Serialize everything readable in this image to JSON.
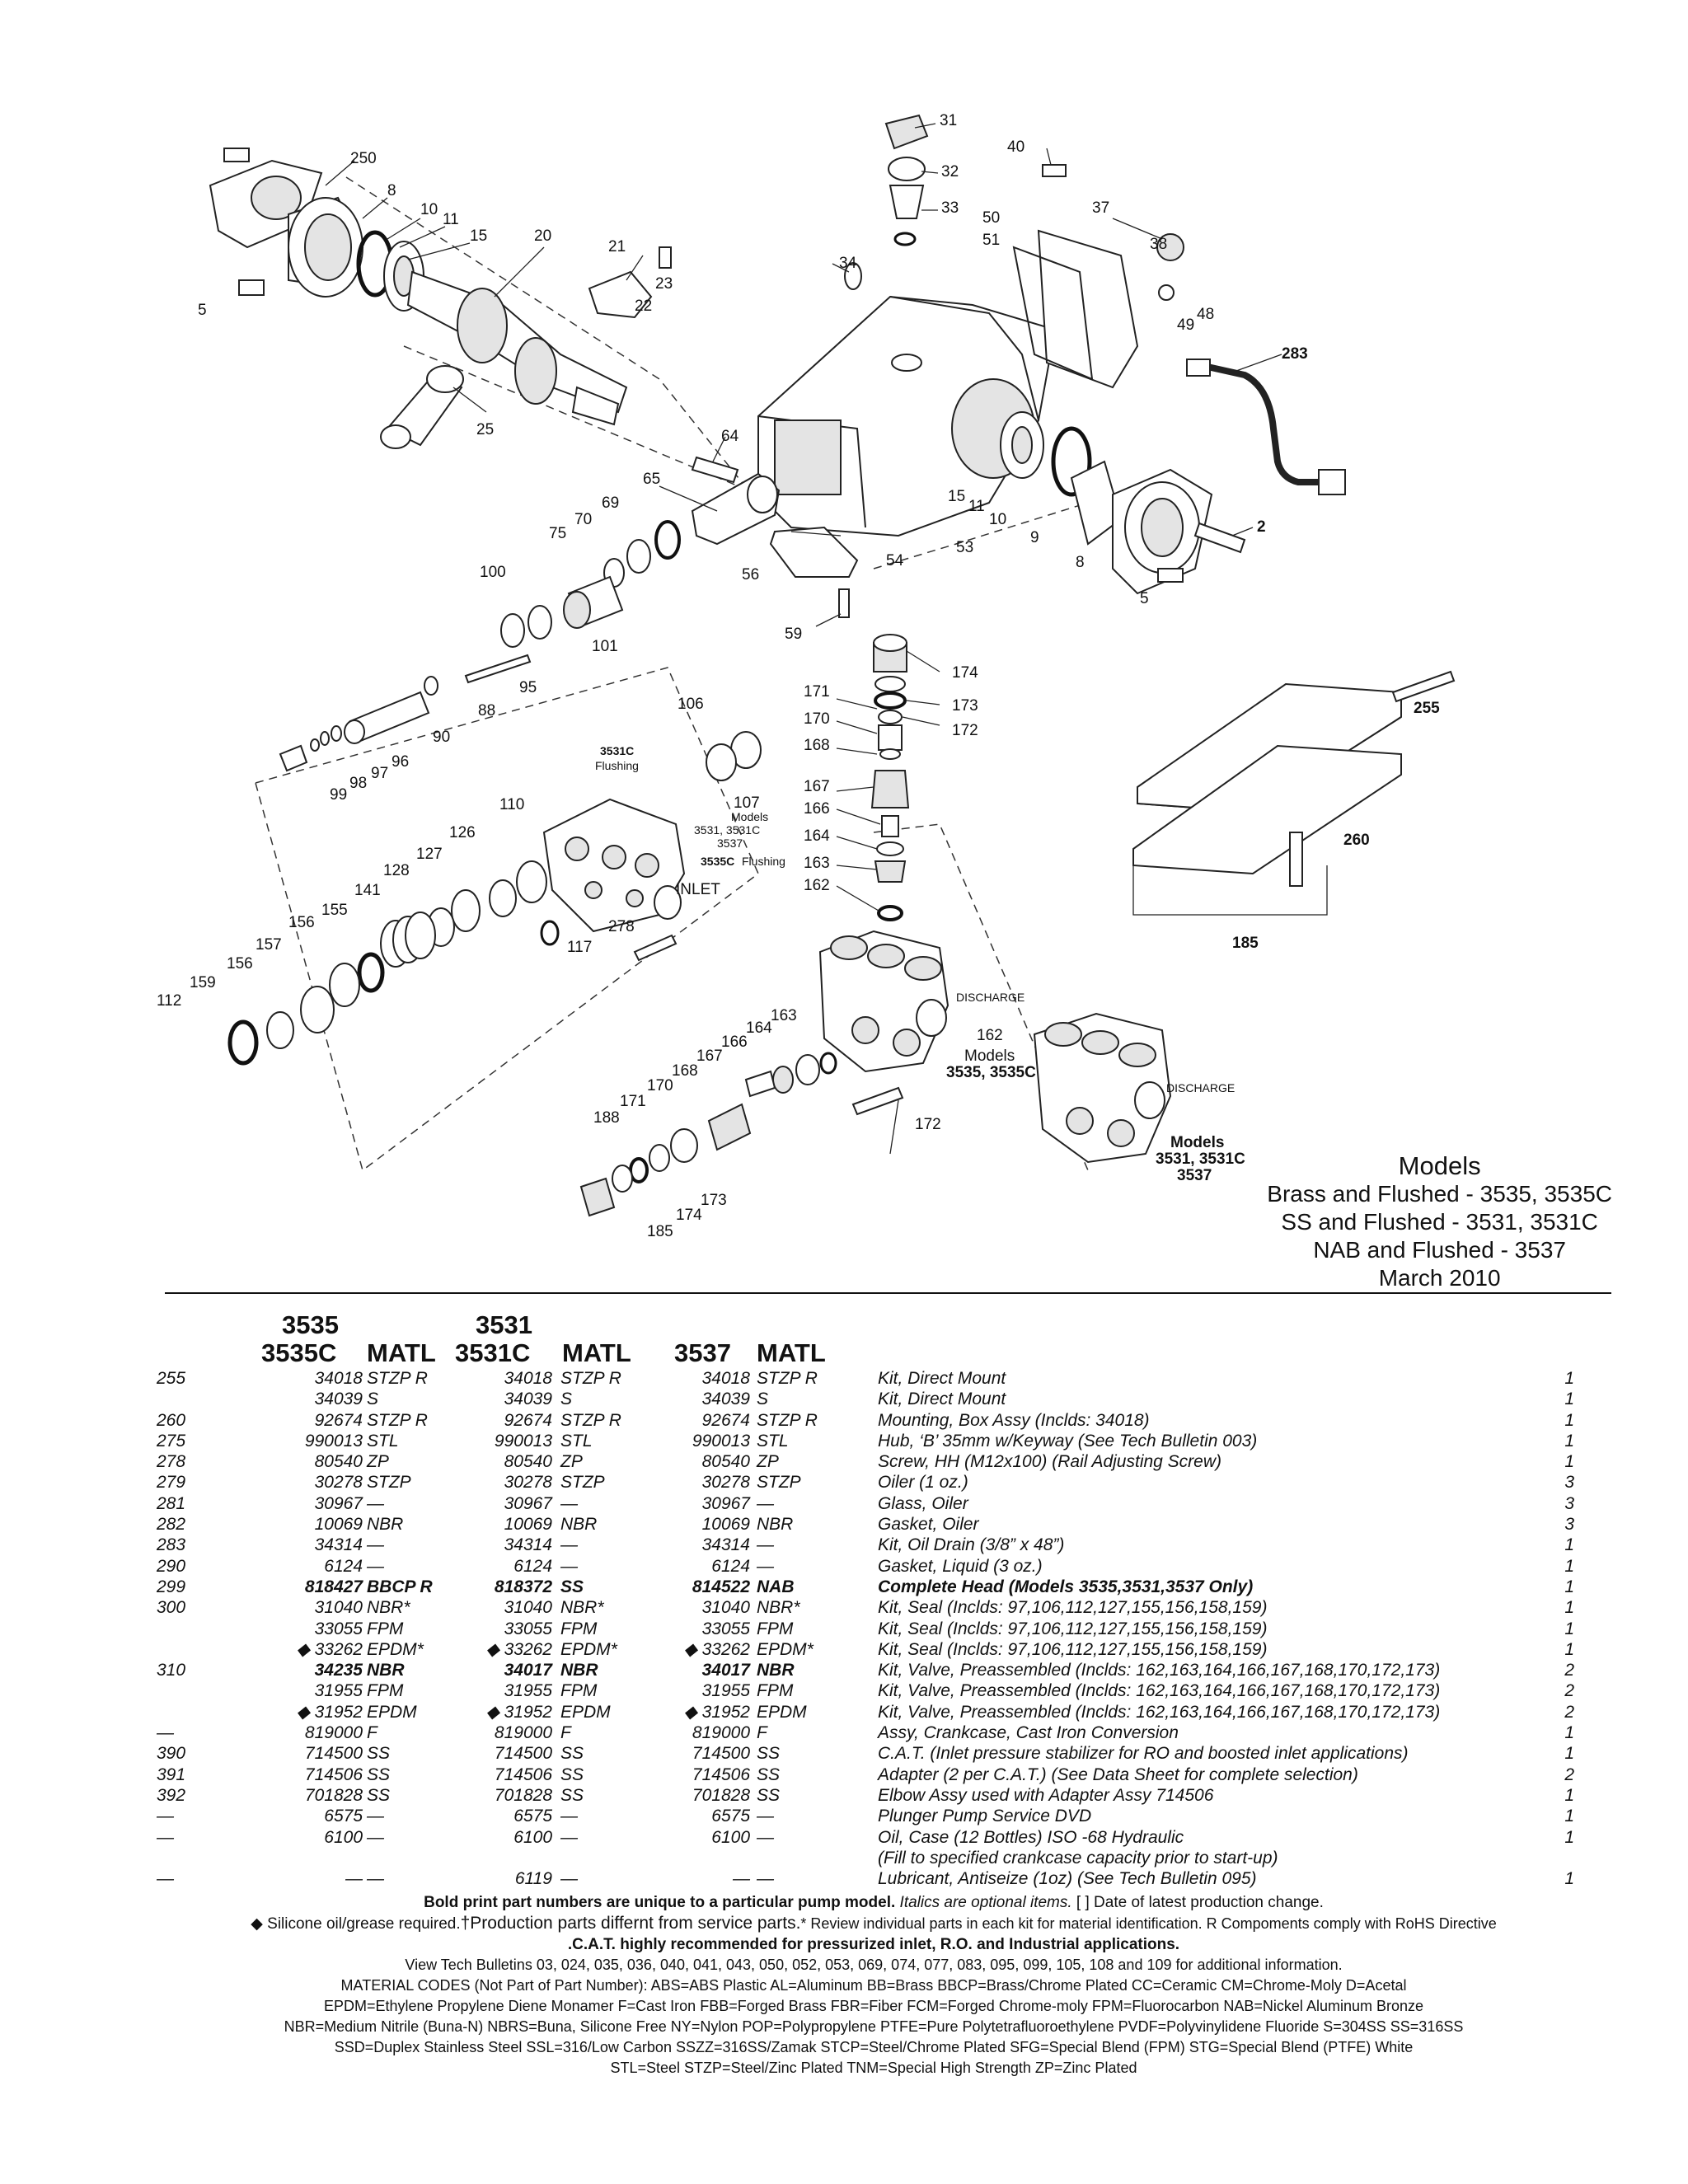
{
  "diagram": {
    "callouts": [
      "250",
      "8",
      "10",
      "11",
      "15",
      "20",
      "21",
      "23",
      "22",
      "5",
      "25",
      "31",
      "32",
      "33",
      "34",
      "40",
      "37",
      "38",
      "50",
      "51",
      "48",
      "49",
      "283",
      "64",
      "65",
      "69",
      "70",
      "75",
      "100",
      "101",
      "15",
      "11",
      "10",
      "9",
      "8",
      "2",
      "5",
      "53",
      "54",
      "56",
      "59",
      "174",
      "173",
      "172",
      "171",
      "170",
      "168",
      "167",
      "166",
      "164",
      "163",
      "162",
      "95",
      "88",
      "90",
      "106",
      "107",
      "96",
      "97",
      "98",
      "99",
      "110",
      "126",
      "127",
      "128",
      "141",
      "155",
      "156",
      "157",
      "156",
      "159",
      "112",
      "117",
      "278",
      "255",
      "260",
      "185",
      "162",
      "163",
      "164",
      "166",
      "167",
      "168",
      "170",
      "171",
      "188",
      "172",
      "173",
      "174",
      "185"
    ],
    "labels": {
      "flush_3531c": [
        "3531C",
        "Flushing"
      ],
      "models_107": [
        "Models",
        "3531, 3531C",
        "3537"
      ],
      "flush_3535c": "3535C",
      "flush_3535c_word": "Flushing",
      "inlet": "INLET",
      "discharge_1": "DISCHARGE",
      "models_185a": [
        "Models",
        "3535, 3535C"
      ],
      "discharge_2": "DISCHARGE",
      "models_185b": [
        "Models",
        "3531, 3531C",
        "3537"
      ]
    }
  },
  "models": {
    "title": "Models",
    "lines": [
      "Brass and Flushed - 3535, 3535C",
      "SS and Flushed - 3531, 3531C",
      "NAB and Flushed - 3537",
      "March 2010"
    ]
  },
  "table": {
    "headers": {
      "h1a": "3535",
      "h1b": "3535C",
      "m1": "MATL",
      "h2a": "3531",
      "h2b": "3531C",
      "m2": "MATL",
      "h3": "3537",
      "m3": "MATL"
    },
    "rows": [
      {
        "ref": "255",
        "p1": "34018",
        "m1": "STZP R",
        "p2": "34018",
        "m2": "STZP R",
        "p3": "34018",
        "m3": "STZP R",
        "desc": "Kit, Direct Mount",
        "qty": "1"
      },
      {
        "ref": "",
        "p1": "34039",
        "m1": "S",
        "p2": "34039",
        "m2": "S",
        "p3": "34039",
        "m3": "S",
        "desc": "Kit, Direct Mount",
        "qty": "1"
      },
      {
        "ref": "260",
        "p1": "92674",
        "m1": "STZP R",
        "p2": "92674",
        "m2": "STZP R",
        "p3": "92674",
        "m3": "STZP R",
        "desc": "Mounting, Box Assy (Inclds: 34018)",
        "qty": "1"
      },
      {
        "ref": "275",
        "p1": "990013",
        "m1": "STL",
        "p2": "990013",
        "m2": "STL",
        "p3": "990013",
        "m3": "STL",
        "desc": "Hub, ‘B’ 35mm w/Keyway (See Tech Bulletin 003)",
        "qty": "1"
      },
      {
        "ref": "278",
        "p1": "80540",
        "m1": "ZP",
        "p2": "80540",
        "m2": "ZP",
        "p3": "80540",
        "m3": "ZP",
        "desc": "Screw, HH (M12x100) (Rail Adjusting Screw)",
        "qty": "1"
      },
      {
        "ref": "279",
        "p1": "30278",
        "m1": "STZP",
        "p2": "30278",
        "m2": "STZP",
        "p3": "30278",
        "m3": "STZP",
        "desc": "Oiler (1 oz.)",
        "qty": "3"
      },
      {
        "ref": "281",
        "p1": "30967",
        "m1": "—",
        "p2": "30967",
        "m2": "—",
        "p3": "30967",
        "m3": "—",
        "desc": "Glass, Oiler",
        "qty": "3"
      },
      {
        "ref": "282",
        "p1": "10069",
        "m1": "NBR",
        "p2": "10069",
        "m2": "NBR",
        "p3": "10069",
        "m3": "NBR",
        "desc": "Gasket, Oiler",
        "qty": "3"
      },
      {
        "ref": "283",
        "p1": "34314",
        "m1": "—",
        "p2": "34314",
        "m2": "—",
        "p3": "34314",
        "m3": "—",
        "desc": "Kit, Oil Drain (3/8” x 48”)",
        "qty": "1"
      },
      {
        "ref": "290",
        "p1": "6124",
        "m1": "—",
        "p2": "6124",
        "m2": "—",
        "p3": "6124",
        "m3": "—",
        "desc": "Gasket, Liquid (3 oz.)",
        "qty": "1"
      },
      {
        "ref": "299",
        "p1": "818427",
        "m1": "BBCP R",
        "p2": "818372",
        "m2": "SS",
        "p3": "814522",
        "m3": "NAB",
        "desc": "Complete Head (Models 3535,3531,3537 Only)",
        "qty": "1",
        "style": "bold"
      },
      {
        "ref": "300",
        "p1": "31040",
        "m1": "NBR*",
        "p2": "31040",
        "m2": "NBR*",
        "p3": "31040",
        "m3": "NBR*",
        "desc": "Kit, Seal (Inclds: 97,106,112,127,155,156,158,159)",
        "qty": "1"
      },
      {
        "ref": "",
        "p1": "33055",
        "m1": "FPM",
        "p2": "33055",
        "m2": "FPM",
        "p3": "33055",
        "m3": "FPM",
        "desc": "Kit, Seal (Inclds: 97,106,112,127,155,156,158,159)",
        "qty": "1"
      },
      {
        "ref": "",
        "p1": "◆ 33262",
        "m1": "EPDM*",
        "p2": "◆ 33262",
        "m2": "EPDM*",
        "p3": "◆ 33262",
        "m3": "EPDM*",
        "desc": "Kit, Seal (Inclds: 97,106,112,127,155,156,158,159)",
        "qty": "1"
      },
      {
        "ref": "310",
        "p1": "34235",
        "m1": "NBR",
        "p2": "34017",
        "m2": "NBR",
        "p3": "34017",
        "m3": "NBR",
        "desc": "Kit, Valve, Preassembled (Inclds: 162,163,164,166,167,168,170,172,173)",
        "qty": "2",
        "style": "bold"
      },
      {
        "ref": "",
        "p1": "31955",
        "m1": "FPM",
        "p2": "31955",
        "m2": "FPM",
        "p3": "31955",
        "m3": "FPM",
        "desc": "Kit, Valve, Preassembled (Inclds: 162,163,164,166,167,168,170,172,173)",
        "qty": "2"
      },
      {
        "ref": "",
        "p1": "◆ 31952",
        "m1": "EPDM",
        "p2": "◆ 31952",
        "m2": "EPDM",
        "p3": "◆ 31952",
        "m3": "EPDM",
        "desc": "Kit, Valve, Preassembled (Inclds: 162,163,164,166,167,168,170,172,173)",
        "qty": "2"
      },
      {
        "ref": "—",
        "p1": "819000",
        "m1": "F",
        "p2": "819000",
        "m2": "F",
        "p3": "819000",
        "m3": "F",
        "desc": "Assy, Crankcase, Cast Iron Conversion",
        "qty": "1"
      },
      {
        "ref": "390",
        "p1": "714500",
        "m1": "SS",
        "p2": "714500",
        "m2": "SS",
        "p3": "714500",
        "m3": "SS",
        "desc": "C.A.T. (Inlet pressure stabilizer for RO and boosted inlet applications)",
        "qty": "1"
      },
      {
        "ref": "391",
        "p1": "714506",
        "m1": "SS",
        "p2": "714506",
        "m2": "SS",
        "p3": "714506",
        "m3": "SS",
        "desc": "Adapter (2 per C.A.T.) (See Data Sheet for complete selection)",
        "qty": "2"
      },
      {
        "ref": "392",
        "p1": "701828",
        "m1": "SS",
        "p2": "701828",
        "m2": "SS",
        "p3": "701828",
        "m3": "SS",
        "desc": "Elbow Assy used with Adapter Assy 714506",
        "qty": "1"
      },
      {
        "ref": "—",
        "p1": "6575",
        "m1": "—",
        "p2": "6575",
        "m2": "—",
        "p3": "6575",
        "m3": "—",
        "desc": "Plunger Pump Service DVD",
        "qty": "1"
      },
      {
        "ref": "—",
        "p1": "6100",
        "m1": "—",
        "p2": "6100",
        "m2": "—",
        "p3": "6100",
        "m3": "—",
        "desc": "Oil, Case (12 Bottles) ISO -68 Hydraulic",
        "qty": "1"
      },
      {
        "ref": "",
        "p1": "",
        "m1": "",
        "p2": "",
        "m2": "",
        "p3": "",
        "m3": "",
        "desc": " (Fill to specified crankcase capacity prior to start-up)",
        "qty": ""
      },
      {
        "ref": "—",
        "p1": "—",
        "m1": "—",
        "p2": "6119",
        "m2": "—",
        "p3": "—",
        "m3": "—",
        "desc": "Lubricant, Antiseize (1oz) (See Tech Bulletin 095)",
        "qty": "1"
      }
    ]
  },
  "notes": {
    "n1_bold": "Bold print part numbers are unique to a particular pump model.",
    "n1_italic": "Italics are optional items.",
    "n1_rest": "[ ] Date of latest production change.",
    "n2_a": "◆ Silicone oil/grease required.",
    "n2_b": "†Production parts differnt from service parts.",
    "n2_c": "* Review individual parts in each kit for material identification.  R Compoments comply with RoHS Directive",
    "n3": ".C.A.T. highly recommended for pressurized inlet, R.O. and Industrial applications.",
    "n4": "View Tech Bulletins 03, 024, 035, 036, 040, 041, 043, 050, 052, 053, 069, 074, 077, 083, 095, 099, 105, 108 and 109 for additional information.",
    "n5": "MATERIAL CODES (Not Part of Part Number):  ABS=ABS Plastic  AL=Aluminum  BB=Brass  BBCP=Brass/Chrome Plated  CC=Ceramic  CM=Chrome-Moly  D=Acetal",
    "n6": "EPDM=Ethylene Propylene Diene Monamer F=Cast Iron  FBB=Forged Brass  FBR=Fiber  FCM=Forged Chrome-moly  FPM=Fluorocarbon  NAB=Nickel Aluminum Bronze",
    "n7": "NBR=Medium Nitrile (Buna-N)  NBRS=Buna, Silicone Free  NY=Nylon  POP=Polypropylene  PTFE=Pure Polytetrafluoroethylene  PVDF=Polyvinylidene Fluoride  S=304SS  SS=316SS",
    "n8": "SSD=Duplex Stainless Steel  SSL=316/Low Carbon  SSZZ=316SS/Zamak  STCP=Steel/Chrome Plated  SFG=Special Blend (FPM)  STG=Special Blend (PTFE) White",
    "n9": "STL=Steel  STZP=Steel/Zinc Plated  TNM=Special High Strength  ZP=Zinc Plated"
  }
}
